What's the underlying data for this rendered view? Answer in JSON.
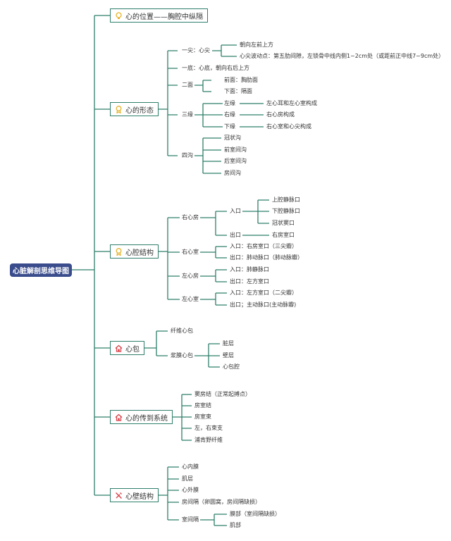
{
  "root": "心脏解剖思维导图",
  "icons": {
    "position": "light-bulb-icon",
    "shape": "award-ribbon-icon",
    "cavity": "award-ribbon-icon",
    "pericardium": "house-icon",
    "conduction": "house-icon",
    "wall": "tools-icon"
  },
  "branches": {
    "position": {
      "label": "心的位置——胸腔中纵隔"
    },
    "shape": {
      "label": "心的形态",
      "apex": {
        "label": "一尖：心尖",
        "c1": "朝向左前上方",
        "c2": "心尖波动点：第五肋间隙，左锁骨中线内侧1~2cm处（或距前正中线7~9cm处）"
      },
      "base": {
        "label": "一底：心底，朝向右后上方"
      },
      "faces": {
        "label": "二面",
        "c1": "前面：胸肋面",
        "c2": "下面：隔面"
      },
      "borders": {
        "label": "三缘",
        "left": "左缘",
        "left_d": "左心耳和左心室构成",
        "right": "右缘",
        "right_d": "右心房构成",
        "lower": "下缘",
        "lower_d": "右心室和心尖构成"
      },
      "grooves": {
        "label": "四沟",
        "c1": "冠状沟",
        "c2": "前室间沟",
        "c3": "后室间沟",
        "c4": "房间沟"
      }
    },
    "cavity": {
      "label": "心腔结构",
      "ra": {
        "label": "右心房",
        "in": "入口",
        "in1": "上腔静脉口",
        "in2": "下腔静脉口",
        "in3": "冠状窦口",
        "out": "出口",
        "out1": "右房室口"
      },
      "rv": {
        "label": "右心室",
        "c1": "入口：右房室口（三尖瓣）",
        "c2": "出口：肺动脉口（肺动脉瓣）"
      },
      "la": {
        "label": "左心房",
        "c1": "入口：肺静脉口",
        "c2": "出口：左方室口"
      },
      "lv": {
        "label": "左心室",
        "c1": "入口：左方室口（二尖瓣）",
        "c2": "出口；主动脉口(主动脉瓣)"
      }
    },
    "pericardium": {
      "label": "心包",
      "fibrous": "纤维心包",
      "serous": "浆膜心包",
      "s1": "脏层",
      "s2": "壁层",
      "s3": "心包腔"
    },
    "conduction": {
      "label": "心的传到系统",
      "c1": "窦房结（正常起搏点）",
      "c2": "房室结",
      "c3": "房室束",
      "c4": "左，右束支",
      "c5": "浦肯野纤维"
    },
    "wall": {
      "label": "心壁结构",
      "c1": "心内膜",
      "c2": "肌层",
      "c3": "心外膜",
      "c4": "房间隔（卵圆窝，房间隔缺损）",
      "c5": "室间隔",
      "c5a": "膜部（室间隔缺损）",
      "c5b": "肌部"
    }
  },
  "colors": {
    "line": "#2f7f6a",
    "root_bg": "#3a4c8c",
    "icon_yellow": "#e5b32a",
    "icon_red": "#d8424a"
  }
}
